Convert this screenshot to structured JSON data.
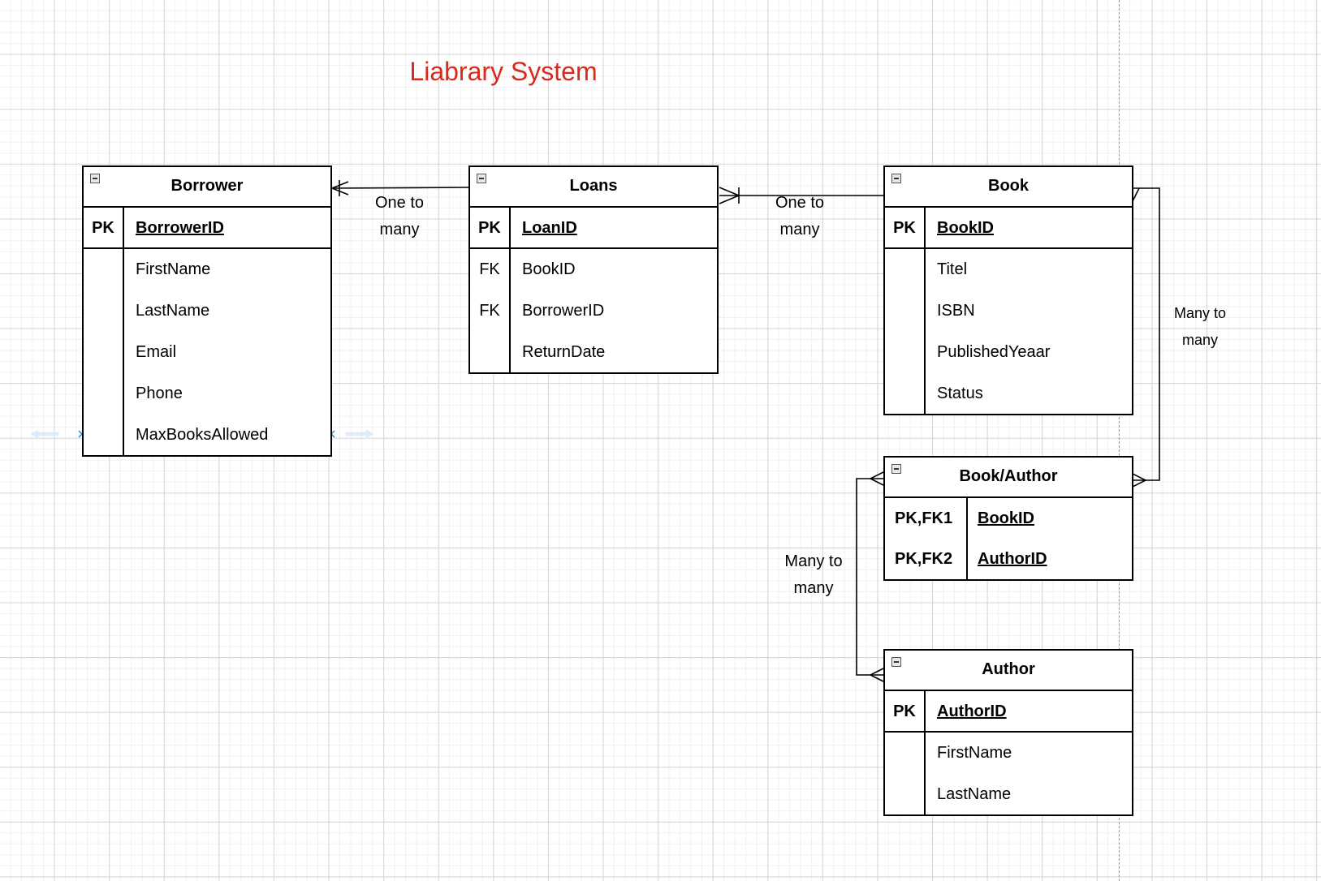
{
  "diagram": {
    "title": "Liabrary System",
    "colors": {
      "title": "#d9291c",
      "line": "#000000",
      "connection_hint": "#1a8cd8",
      "grid": "#d6d6d6"
    },
    "entities": {
      "borrower": {
        "name": "Borrower",
        "pk": {
          "key": "PK",
          "attr": "BorrowerID"
        },
        "attributes": [
          "FirstName",
          "LastName",
          "Email",
          "Phone",
          "MaxBooksAllowed"
        ]
      },
      "loans": {
        "name": "Loans",
        "pk": {
          "key": "PK",
          "attr": "LoanID"
        },
        "attributes": [
          {
            "key": "FK",
            "attr": "BookID"
          },
          {
            "key": "FK",
            "attr": "BorrowerID"
          },
          {
            "key": "",
            "attr": "ReturnDate"
          }
        ]
      },
      "book": {
        "name": "Book",
        "pk": {
          "key": "PK",
          "attr": "BookID"
        },
        "attributes": [
          "Titel",
          "ISBN",
          "PublishedYeaar",
          "Status"
        ]
      },
      "book_author": {
        "name": "Book/Author",
        "rows": [
          {
            "key": "PK,FK1",
            "attr": "BookID"
          },
          {
            "key": "PK,FK2",
            "attr": "AuthorID"
          }
        ]
      },
      "author": {
        "name": "Author",
        "pk": {
          "key": "PK",
          "attr": "AuthorID"
        },
        "attributes": [
          "FirstName",
          "LastName"
        ]
      }
    },
    "relationships": {
      "borrower_loans": {
        "line1": "One to",
        "line2": "many"
      },
      "loans_book": {
        "line1": "One to",
        "line2": "many"
      },
      "book_bookauthor": {
        "line1": "Many to",
        "line2": "many"
      },
      "bookauthor_author": {
        "line1": "Many to",
        "line2": "many"
      }
    }
  }
}
